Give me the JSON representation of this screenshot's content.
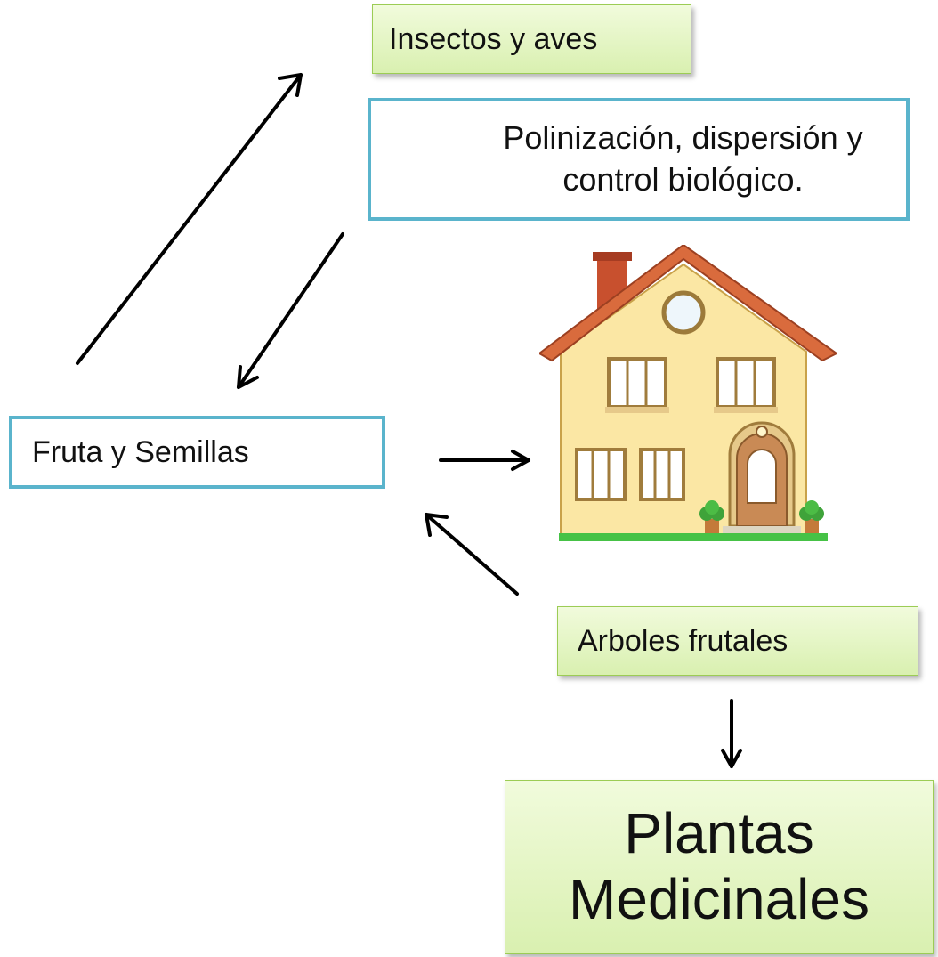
{
  "nodes": {
    "insects_birds": "Insectos y aves",
    "pollination_line1": "Polinización, dispersión y",
    "pollination_line2": "control biológico.",
    "fruit_seeds": "Fruta y Semillas",
    "fruit_trees": "Arboles frutales",
    "medicinal_line1": "Plantas",
    "medicinal_line2": "Medicinales"
  },
  "icons": {
    "house": "house-icon"
  },
  "colors": {
    "green_fill": "#dff2bd",
    "green_border": "#9ccc55",
    "blue_border": "#5ab4cc",
    "arrow": "#000000"
  }
}
